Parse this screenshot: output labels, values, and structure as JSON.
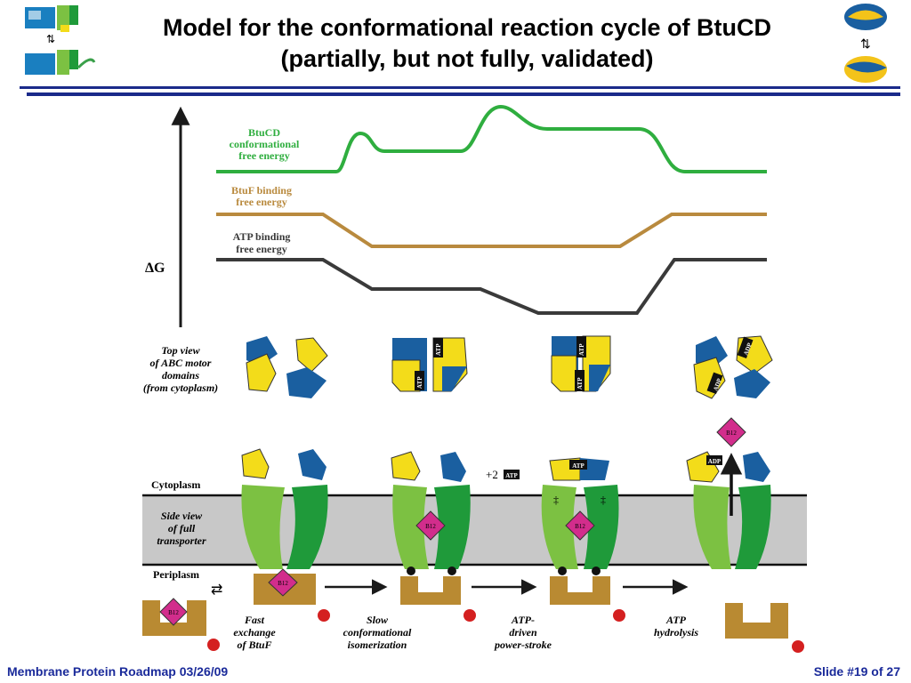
{
  "header": {
    "title_line1": "Model for the conformational reaction cycle of BtuCD",
    "title_line2": "(partially, but not fully, validated)"
  },
  "energy_plot": {
    "y_axis_label": "ΔG",
    "curves": [
      {
        "label_line1": "BtuCD",
        "label_line2": "conformational",
        "label_line3": "free energy",
        "color": "#2fae3f"
      },
      {
        "label_line1": "BtuF binding",
        "label_line2": "free energy",
        "color": "#b98a3e"
      },
      {
        "label_line1": "ATP binding",
        "label_line2": "free energy",
        "color": "#3a3a3a"
      }
    ]
  },
  "top_view": {
    "label_lines": [
      "Top view",
      "of ABC motor",
      "domains",
      "(from cytoplasm)"
    ],
    "atp_tag": "ATP",
    "adp_tag": "ADP"
  },
  "side_view": {
    "cytoplasm_label": "Cytoplasm",
    "label_lines": [
      "Side view",
      "of full",
      "transporter"
    ],
    "periplasm_label": "Periplasm",
    "b12_label": "B12",
    "plus_atp_text": "+2",
    "atp_tag": "ATP",
    "adp_tag": "ADP",
    "double_dagger": "‡"
  },
  "steps": [
    {
      "lines": [
        "Fast",
        "exchange",
        "of BtuF"
      ]
    },
    {
      "lines": [
        "Slow",
        "conformational",
        "isomerization"
      ]
    },
    {
      "lines": [
        "ATP-",
        "driven",
        "power-stroke"
      ]
    },
    {
      "lines": [
        "ATP",
        "hydrolysis"
      ]
    }
  ],
  "footer": {
    "left": "Membrane Protein Roadmap 03/26/09",
    "right": "Slide #19 of 27"
  },
  "colors": {
    "blue": "#1a5fa0",
    "yellow": "#f3dc1a",
    "light_green": "#7cc142",
    "dark_green": "#1f9a3a",
    "magenta": "#d22d8c",
    "btuf_brown": "#b98a32",
    "membrane_gray": "#c8c8c8",
    "title_rule": "#1a2a8a"
  }
}
